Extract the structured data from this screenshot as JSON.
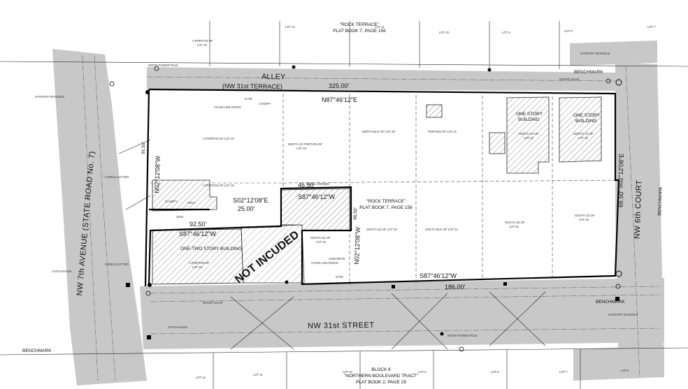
{
  "north": {
    "title": "\"ROCK TERRACE\"",
    "subtitle": "PLAT BOOK 7, PAGE 156",
    "lot_12": "LOT 12",
    "lot_11": "LOT 11",
    "lot_10": "LOT 10",
    "lot_9": "LOT 9",
    "lot_8": "LOT 8",
    "lot_7": "LOT 7",
    "portion_lot_15": "A PORTION OF",
    "portion_lot_15b": "LOT 15"
  },
  "streets": {
    "alley": "ALLEY",
    "alley_sub": "(NW 31st TERRACE)",
    "west": "NW 7th AVENUE (STATE ROAD No. 7)",
    "east": "NW 6th COURT",
    "south": "NW 31st STREET"
  },
  "bearings": {
    "north_line": "325.00'",
    "north_line_b": "N87°46'12\"E",
    "west_line": "N02°12'08\"W",
    "west_short": "91.50'",
    "interior_1": "S02°12'08\"E",
    "interior_1_d": "25.00'",
    "interior_2": "92.50'",
    "interior_2_b": "S87°46'12\"W",
    "notch_top": "46.50'",
    "notch_top_b": "S87°46'12\"W",
    "notch_side": "N02°12'08\"W",
    "notch_side_d": "66.50'",
    "south_line": "S87°46'12\"W",
    "south_line_d": "186.00'",
    "east_line": "S02°12'08\"E",
    "east_line_d": "66.50'"
  },
  "center": {
    "title": "\"ROCK TERRACE\"",
    "subtitle": "PLAT BOOK 7, PAGE 156"
  },
  "labels": {
    "not_included": "NOT INCUDED",
    "bldg_west": "ONE-TWO STORY BUILDING",
    "bldg_east1": "ONE STORY",
    "bldg_east1b": "BUILDING",
    "bldg_east2": "ONE STORY",
    "bldg_east2b": "BUILDING",
    "lot16a": "A PORTION OF LOT 16",
    "lot16b": "A PORTION OF LOT 16",
    "lot16c": "A PORTION OF",
    "lot16c2": "LOT 16",
    "lot19": "NORTH 1/2 PORTION OF",
    "lot19b": "LOT 19",
    "lot20n": "NORTH 66.5' OF LOT 20",
    "lot21n": "PORTION OF LOT 21",
    "lot22n": "NORTH 1/2 OF",
    "lot22nb": "LOT 22",
    "lot23n": "NORTH 1/2 OF",
    "lot23nb": "LOT 23",
    "lot19s": "SOUTH 1/2 OF",
    "lot19sb": "LOT 19",
    "lot20s": "SOUTH 1/2 OF LOT 20",
    "lot21s": "SOUTH 56.6' OF LOT 21",
    "lot22s": "SOUTH 1/2 OF",
    "lot22sb": "LOT 22",
    "lot23s": "SOUTH 1/2 OF",
    "lot23sb": "LOT 23"
  },
  "benchmarks": {
    "ne": "BENCHMARK",
    "e": "BENCHMARK",
    "se": "BENCHMARK",
    "sw": "BENCHMARK"
  },
  "south": {
    "block": "BLOCK 8",
    "tract": "\"NORTHERN BOULEVARD TRACT\"",
    "plat": "PLAT BOOK 2, PAGE 29",
    "lot_12": "LOT 12",
    "lot_11": "LOT 11",
    "lot_10": "LOT 10",
    "lot_9": "LOT 9",
    "lot_8": "LOT 8",
    "lot_7": "LOT 7",
    "lot_6": "LOT 6"
  },
  "annotations": {
    "wood_pole": "WOOD POWER POLE",
    "gate": "GATE",
    "fence": "CHAIN LINK FENCE",
    "catch": "CATCH BASIN",
    "sewer": "SANITARY MANHOLE",
    "water": "WATER VALVE",
    "canopy": "CANOPY",
    "wall": "WALL CORNER",
    "post": "POST",
    "sign": "SIGN",
    "concrete": "CONCRETE",
    "curb": "CURB & GUTTER"
  }
}
